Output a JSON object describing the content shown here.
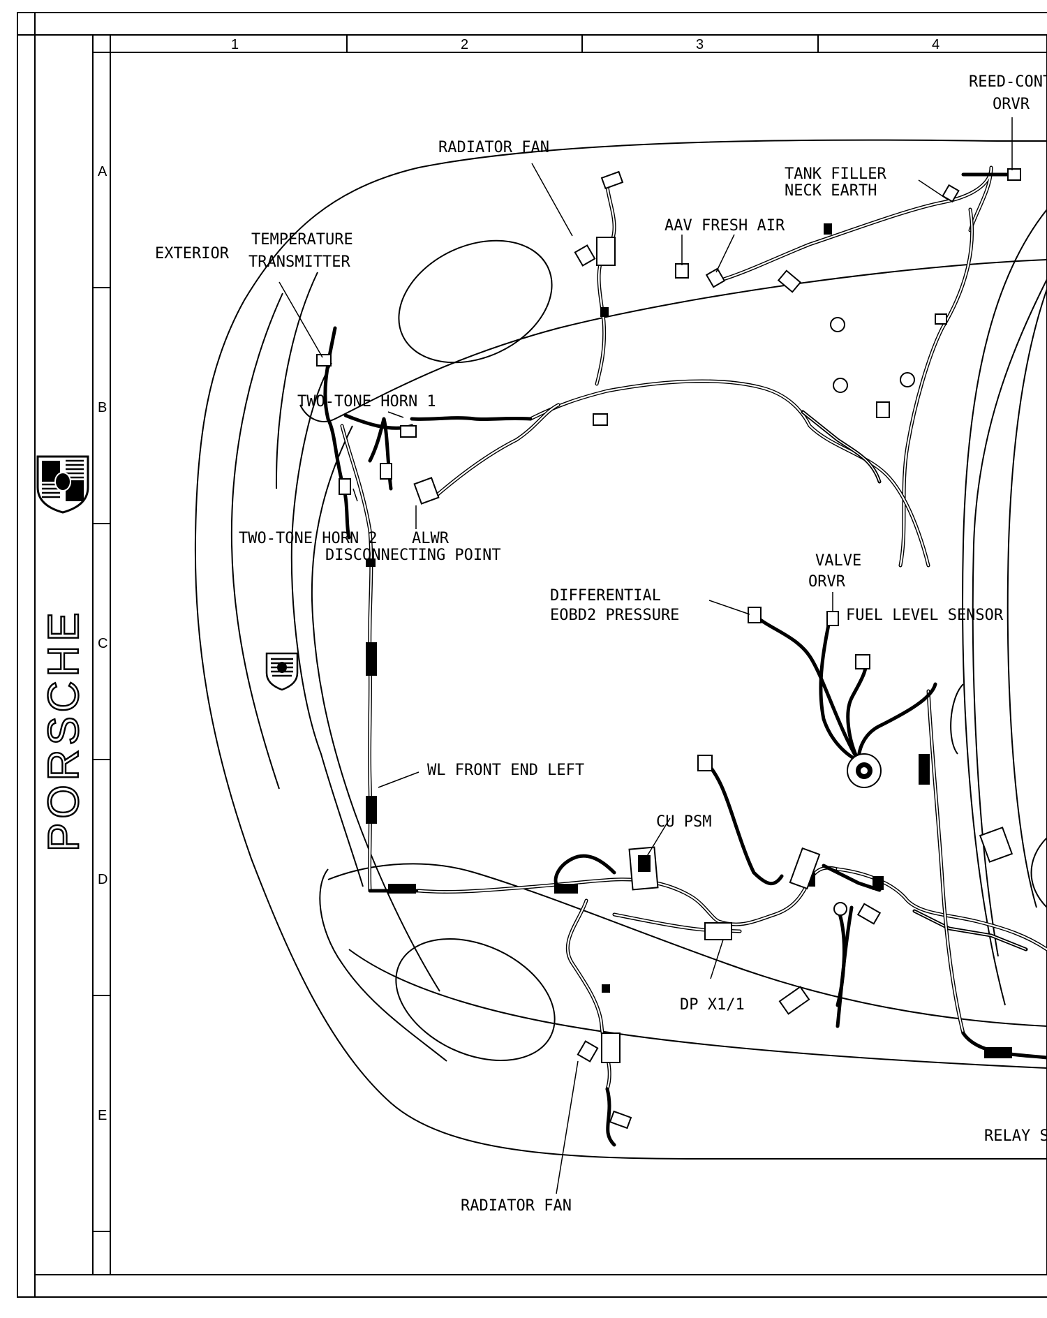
{
  "brand": "PORSCHE",
  "column_labels": [
    "1",
    "2",
    "3",
    "4"
  ],
  "row_labels": [
    "A",
    "B",
    "C",
    "D",
    "E"
  ],
  "labels": {
    "reed_contact": "REED-CONT",
    "orvr_top": "ORVR",
    "radiator_fan_top": "RADIATOR FAN",
    "tank_filler": "TANK FILLER",
    "neck_earth": "NECK EARTH",
    "aav_fresh_air": "AAV FRESH AIR",
    "exterior": "EXTERIOR",
    "temperature": "TEMPERATURE",
    "transmitter": "TRANSMITTER",
    "two_tone_horn_1": "TWO-TONE HORN 1",
    "two_tone_horn_2": "TWO-TONE HORN 2",
    "alwr": "ALWR",
    "disconnecting_point": "DISCONNECTING POINT",
    "valve": "VALVE",
    "orvr_valve": "ORVR",
    "differential": "DIFFERENTIAL",
    "eobd2_pressure": "EOBD2 PRESSURE",
    "fuel_level_sensor": "FUEL LEVEL SENSOR",
    "wl_front_end_left": "WL FRONT END LEFT",
    "cu_psm": "CU PSM",
    "dp_x1_1": "DP X1/1",
    "relay": "RELAY S",
    "radiator_fan_bottom": "RADIATOR FAN"
  }
}
